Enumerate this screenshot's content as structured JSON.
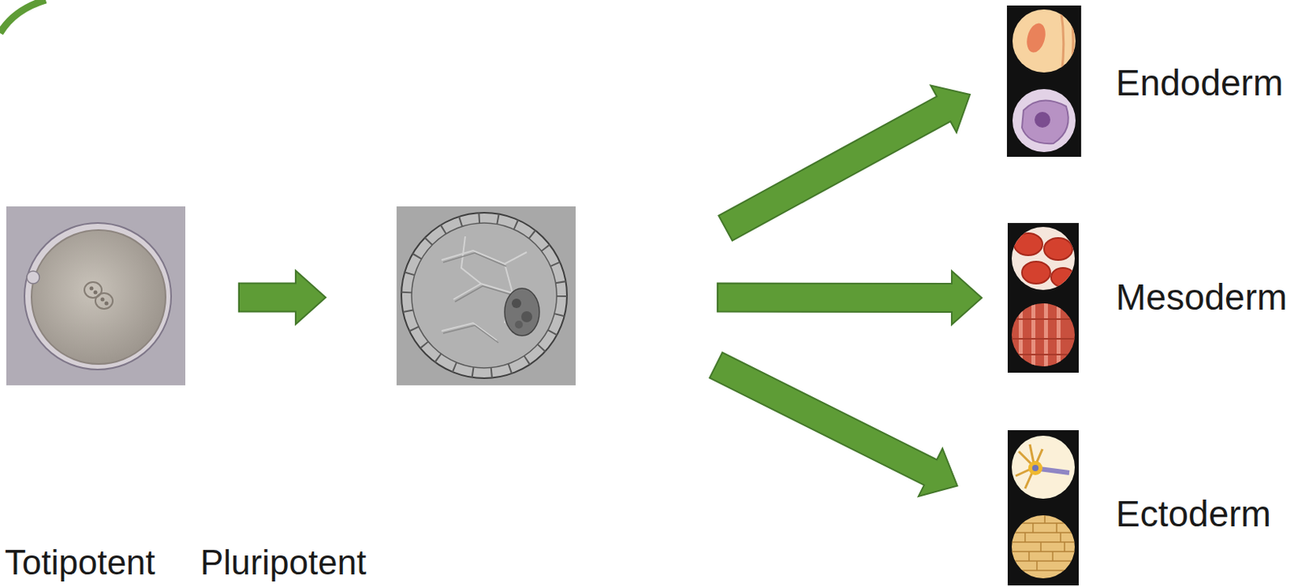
{
  "diagram": {
    "nodes": [
      {
        "text": [
          "Totipotent"
        ]
      },
      {
        "text": [
          "Pluripotent"
        ]
      },
      {
        "text": [
          "Endoderm"
        ]
      },
      {
        "text": [
          "Mesoderm"
        ]
      },
      {
        "text": [
          "Ectoderm"
        ]
      }
    ],
    "edges": [
      {
        "from": 0,
        "to": 1,
        "arrow": "to"
      },
      {
        "from": 1,
        "to": 2,
        "arrow": "to"
      },
      {
        "from": 1,
        "to": 3,
        "arrow": "to"
      },
      {
        "from": 1,
        "to": 4,
        "arrow": "to"
      }
    ]
  }
}
